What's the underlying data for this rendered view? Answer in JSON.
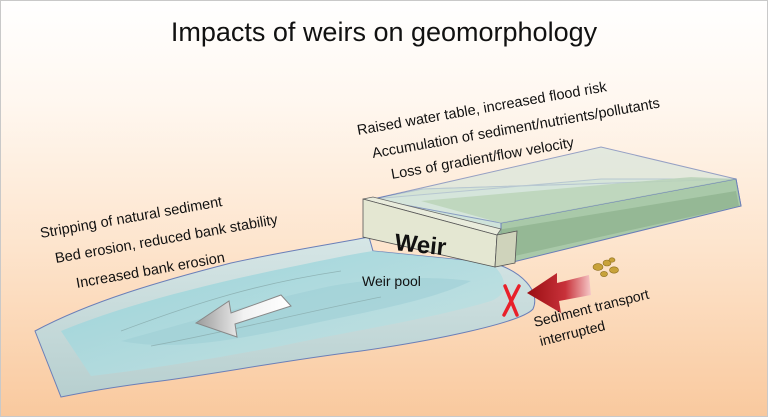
{
  "title": "Impacts of weirs on geomorphology",
  "upstream_effects": [
    "Raised water table, increased flood risk",
    "Accumulation of sediment/nutrients/pollutants",
    "Loss of gradient/flow velocity"
  ],
  "downstream_effects": [
    "Stripping of natural sediment",
    "Bed erosion, reduced bank stability",
    "Increased bank erosion"
  ],
  "weir_label": "Weir",
  "pool_label": "Weir pool",
  "sediment_label": [
    "Sediment transport",
    "interrupted"
  ],
  "colors": {
    "accent_arrow": "#b3141b",
    "blocked_marker": "#e8202a",
    "sediment": "#c8a23a",
    "reservoir": "#a9c9a9",
    "water": "#a8d4da"
  },
  "icons": [
    "flow-direction-arrow-icon",
    "sediment-arrow-icon",
    "blocked-cross-icon",
    "sediment-pebbles-icon"
  ]
}
